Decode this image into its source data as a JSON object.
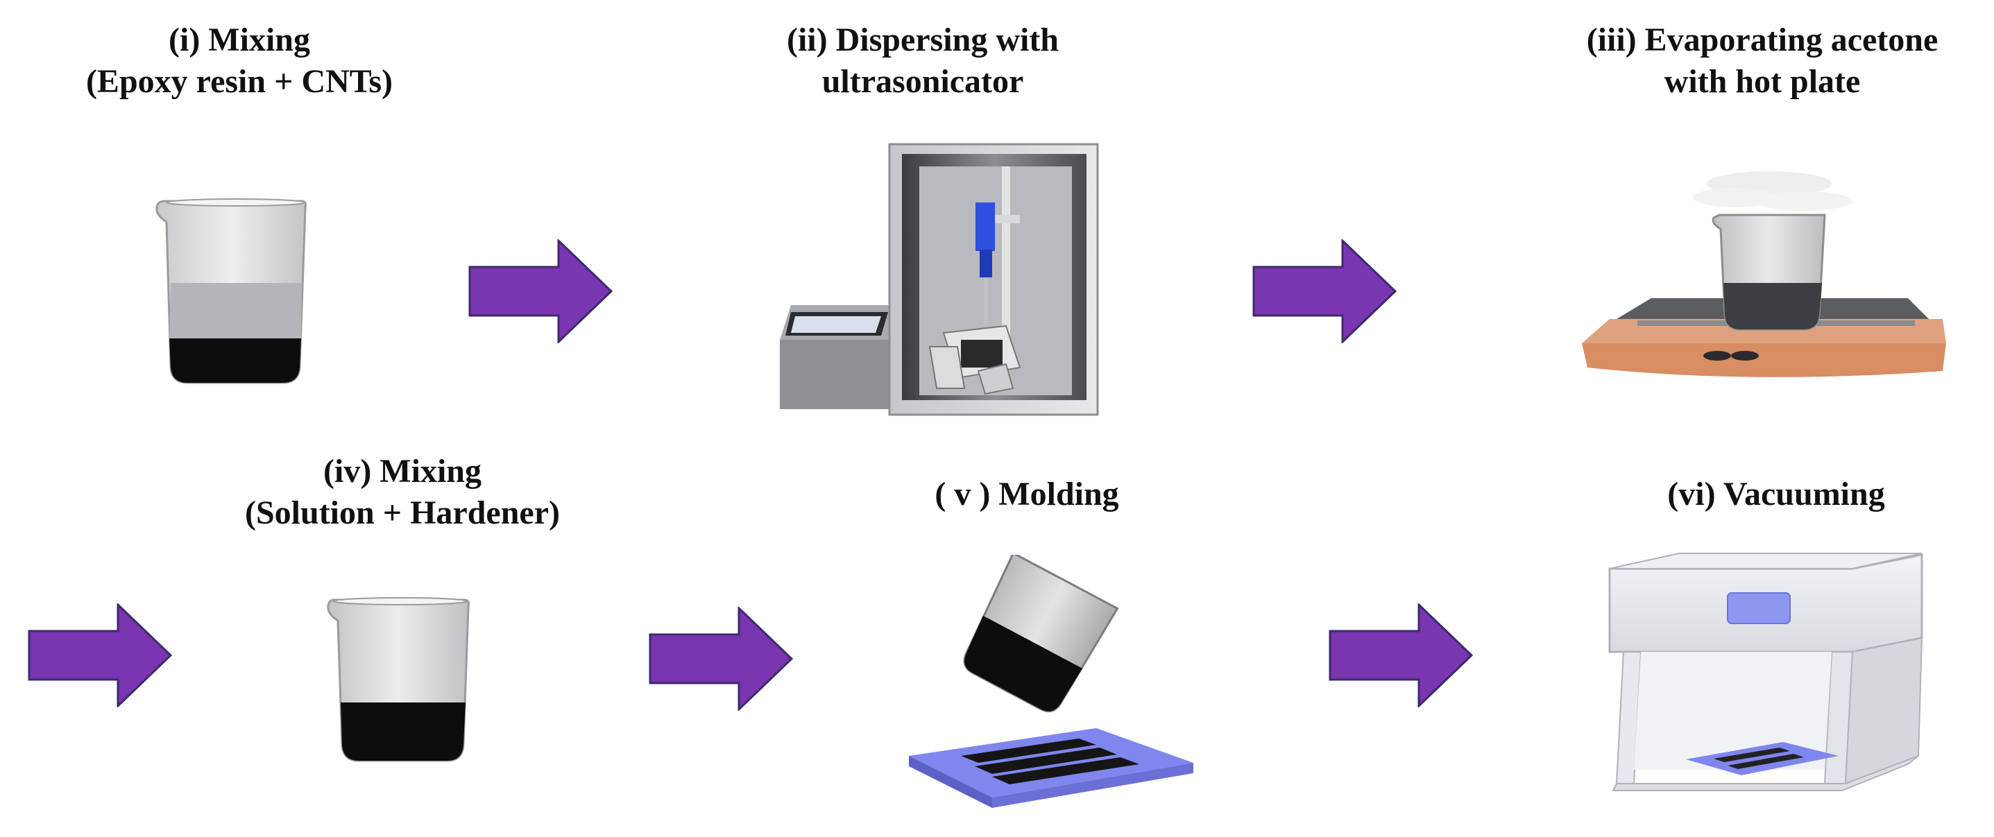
{
  "steps": [
    {
      "line1": "(i) Mixing",
      "line2": "(Epoxy resin + CNTs)",
      "icon": "beaker-icon"
    },
    {
      "line1": "(ii) Dispersing with",
      "line2": "ultrasonicator",
      "icon": "ultrasonicator-icon"
    },
    {
      "line1": "(iii) Evaporating acetone",
      "line2": "with hot plate",
      "icon": "hot-plate-icon"
    },
    {
      "line1": "(iv) Mixing",
      "line2": "(Solution + Hardener)",
      "icon": "beaker-icon"
    },
    {
      "line1": "( v ) Molding",
      "line2": "",
      "icon": "mold-icon"
    },
    {
      "line1": "(vi) Vacuuming",
      "line2": "",
      "icon": "vacuum-chamber-icon"
    }
  ],
  "colors": {
    "arrow": "#7a35b0",
    "arrow_edge": "#3b2a6e",
    "mixture": "#0d0d0d",
    "mold": "#7f86ee",
    "hot_plate": "#d98d63"
  }
}
